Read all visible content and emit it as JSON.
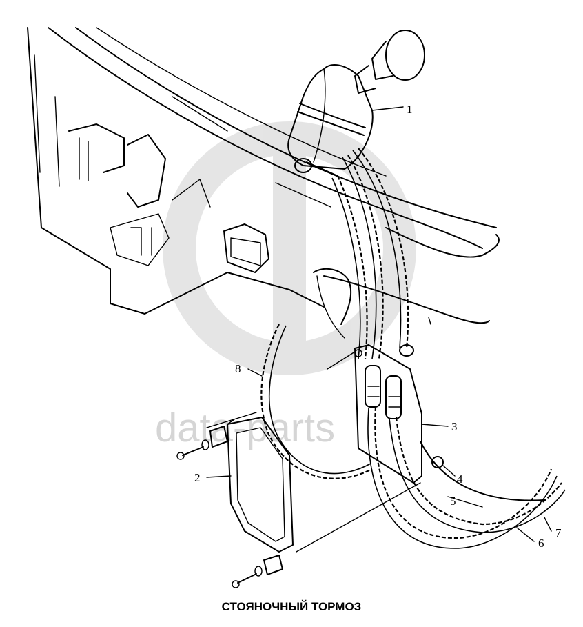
{
  "title": "СТОЯНОЧНЫЙ ТОРМОЗ",
  "watermark": {
    "text": "data-parts",
    "color": "#c8c8c8"
  },
  "callouts": [
    "1",
    "2",
    "3",
    "4",
    "5",
    "6",
    "7",
    "8"
  ]
}
